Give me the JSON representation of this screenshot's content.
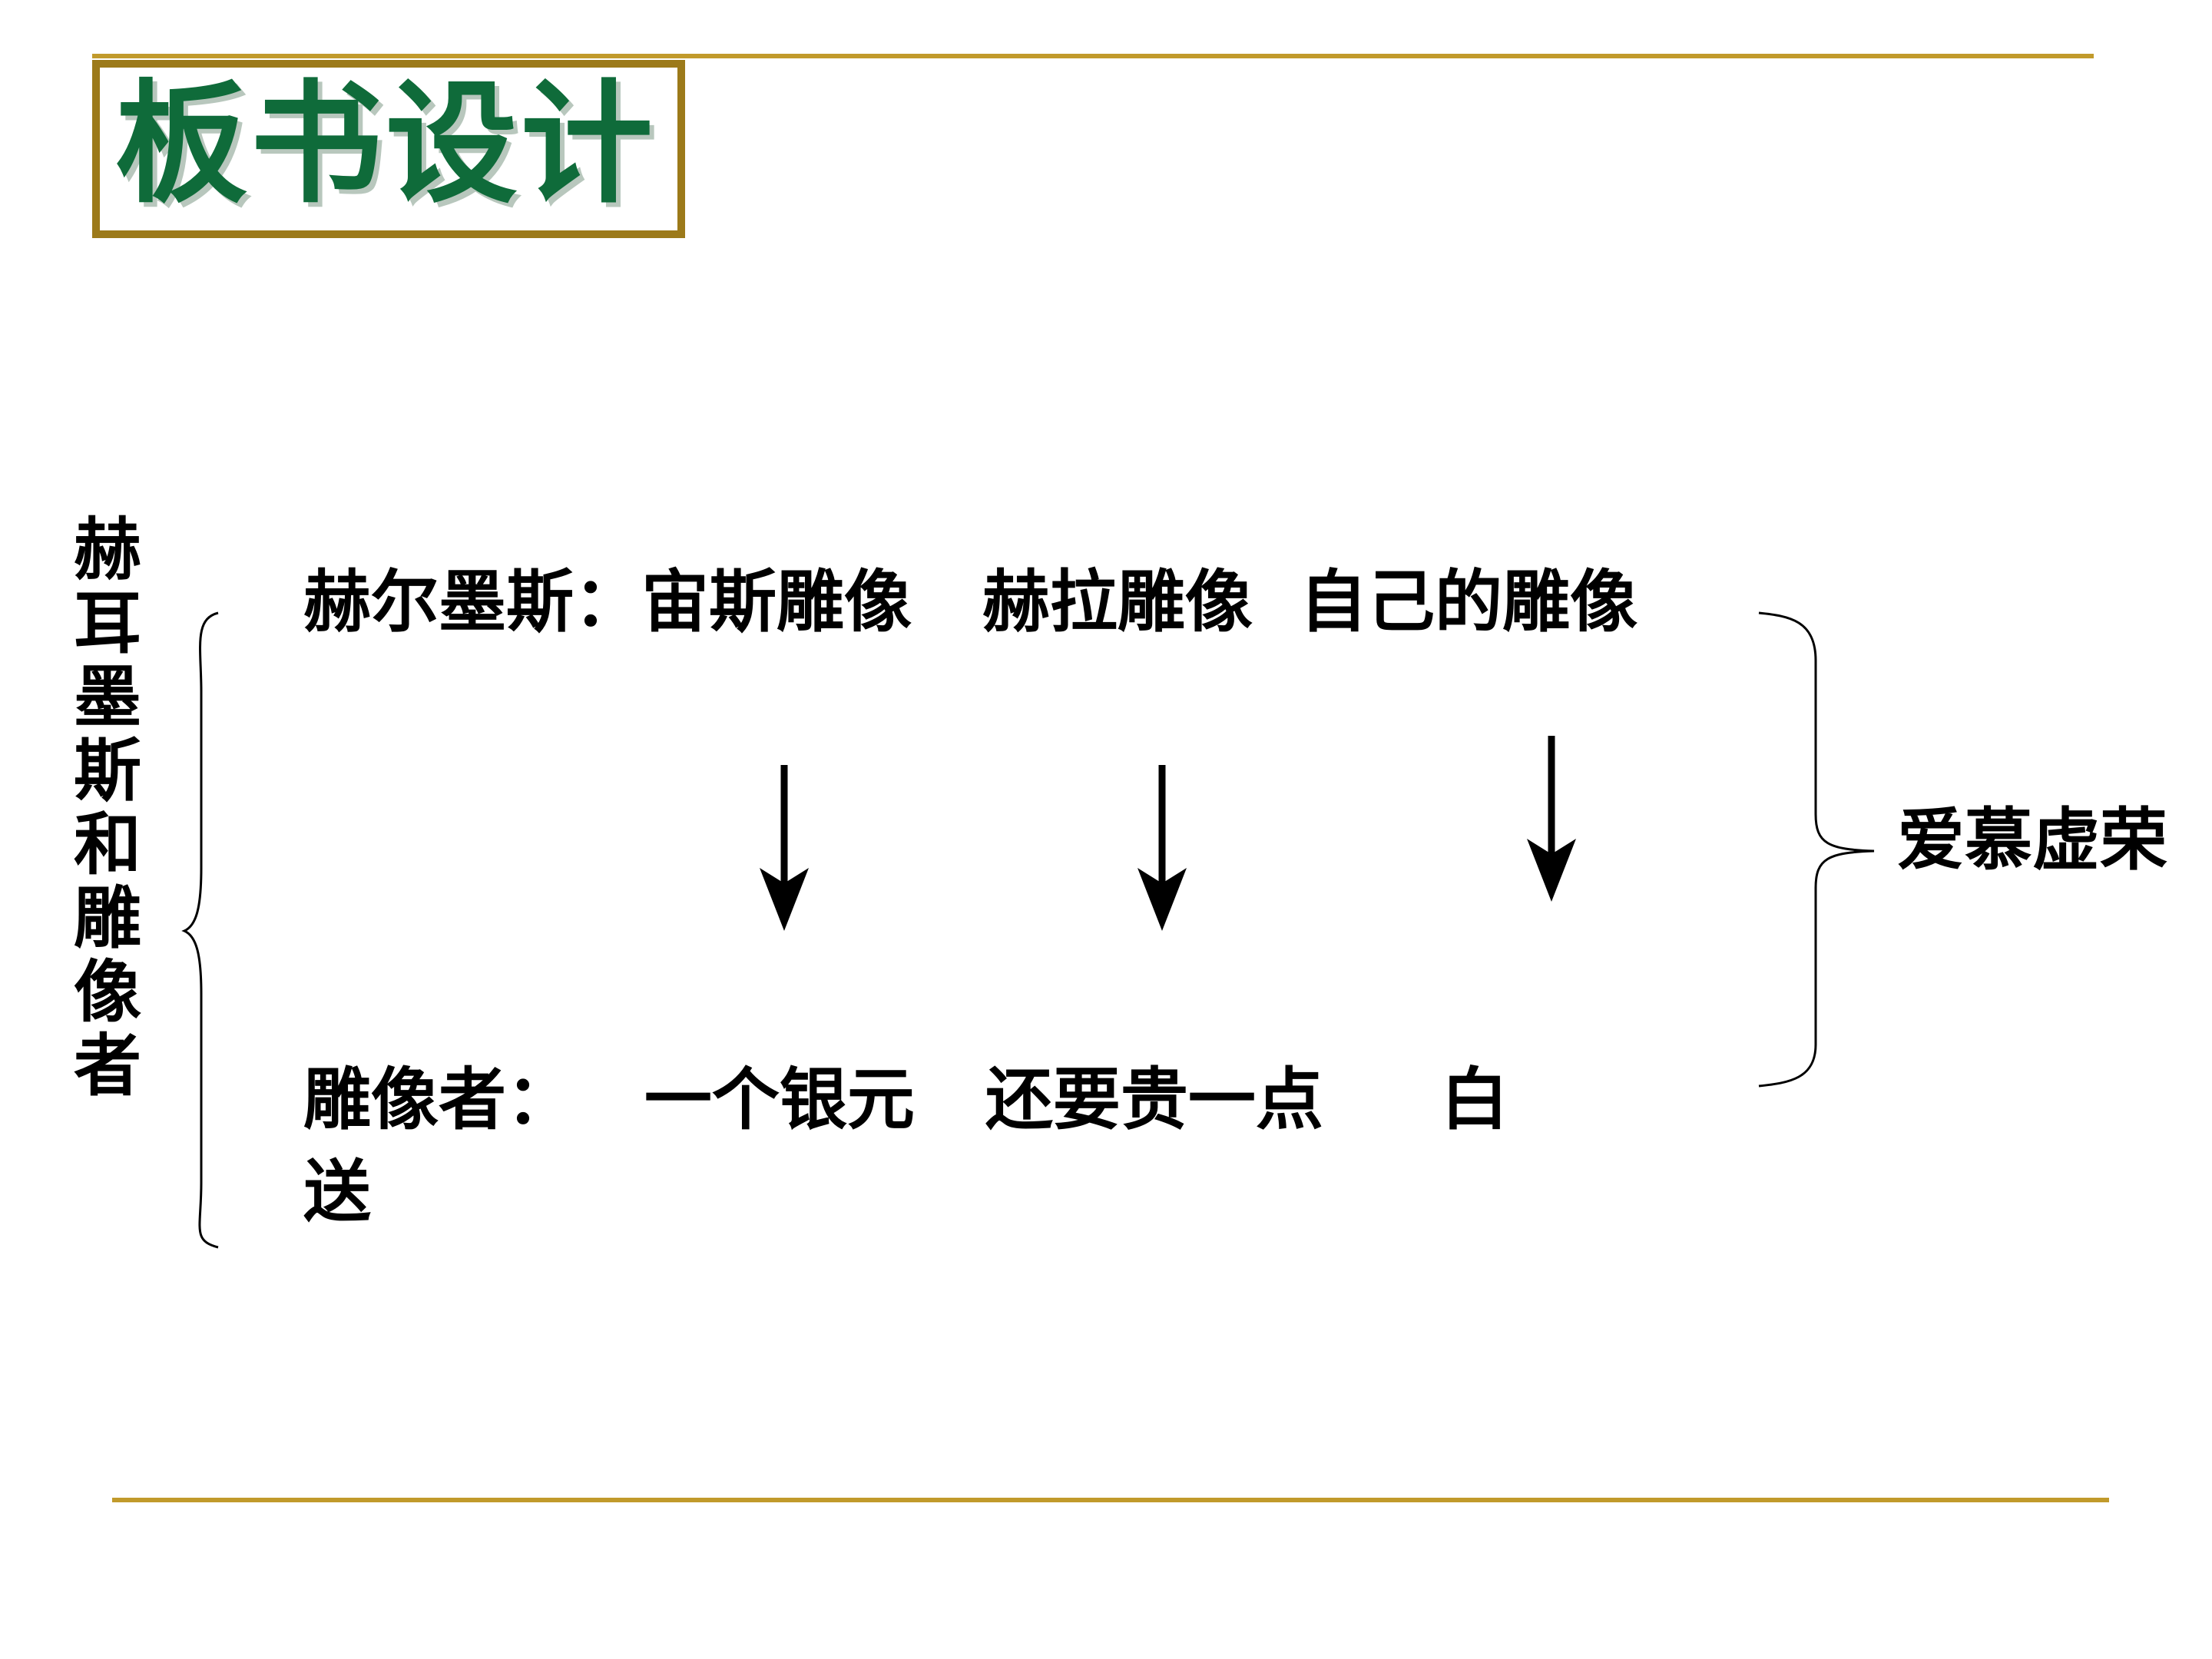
{
  "slide": {
    "title": "板书设计",
    "side_label": "赫耳墨斯和雕像者",
    "row1": "赫尔墨斯：宙斯雕像   赫拉雕像  自己的雕像",
    "row2": "雕像者：   一个银元   还要贵一点     白",
    "row2_cont": "送",
    "result": "爱慕虚荣"
  },
  "colors": {
    "title_text": "#0f6b3a",
    "title_border": "#9c7a1a",
    "rule": "#c19a2b"
  }
}
